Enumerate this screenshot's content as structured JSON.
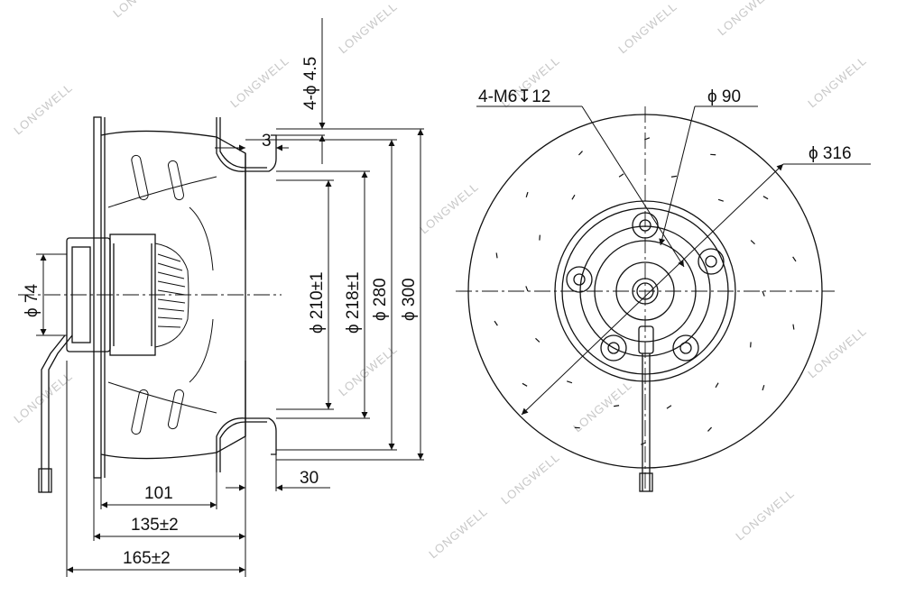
{
  "watermark": "LONGWELL",
  "side_view": {
    "dims": {
      "hole": "4-ϕ 4.5",
      "flange_thk": "3",
      "d_inlet": "ϕ 210±1",
      "d_218": "ϕ 218±1",
      "d_280": "ϕ 280",
      "d_300": "ϕ 300",
      "d_hub": "ϕ 74",
      "len_101": "101",
      "len_135": "135±2",
      "len_165": "165±2",
      "len_30": "30"
    }
  },
  "front_view": {
    "dims": {
      "thread": "4-M6↧12",
      "d_90": "ϕ 90",
      "d_316": "ϕ 316"
    }
  }
}
